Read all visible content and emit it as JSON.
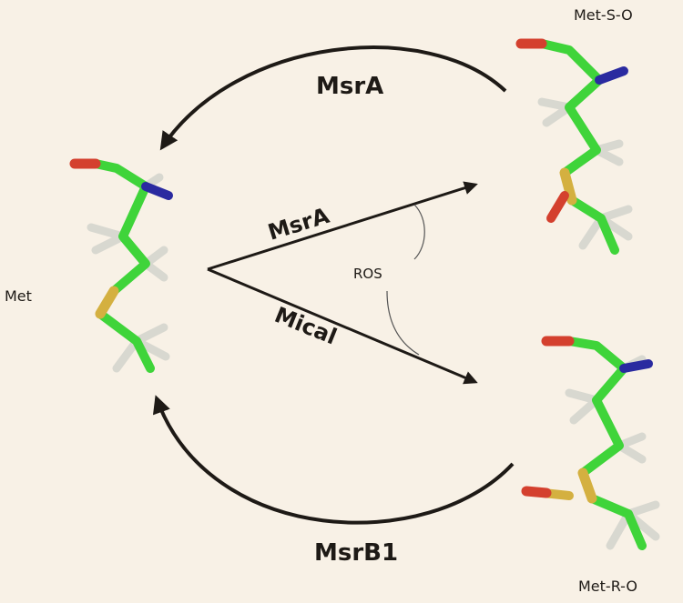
{
  "labels": {
    "met": "Met",
    "met_s_o": "Met-S-O",
    "met_r_o": "Met-R-O",
    "msra_top": "MsrA",
    "msra_diag": "MsrA",
    "mical": "Mical",
    "ros": "ROS",
    "msrb1": "MsrB1"
  },
  "colors": {
    "background": "#f8f1e6",
    "carbon": "#3fd43a",
    "oxygen": "#d4402e",
    "nitrogen": "#2a2aa0",
    "sulfur": "#d4b040",
    "hydrogen": "#d8d8d0",
    "arrow": "#1e1a16"
  }
}
